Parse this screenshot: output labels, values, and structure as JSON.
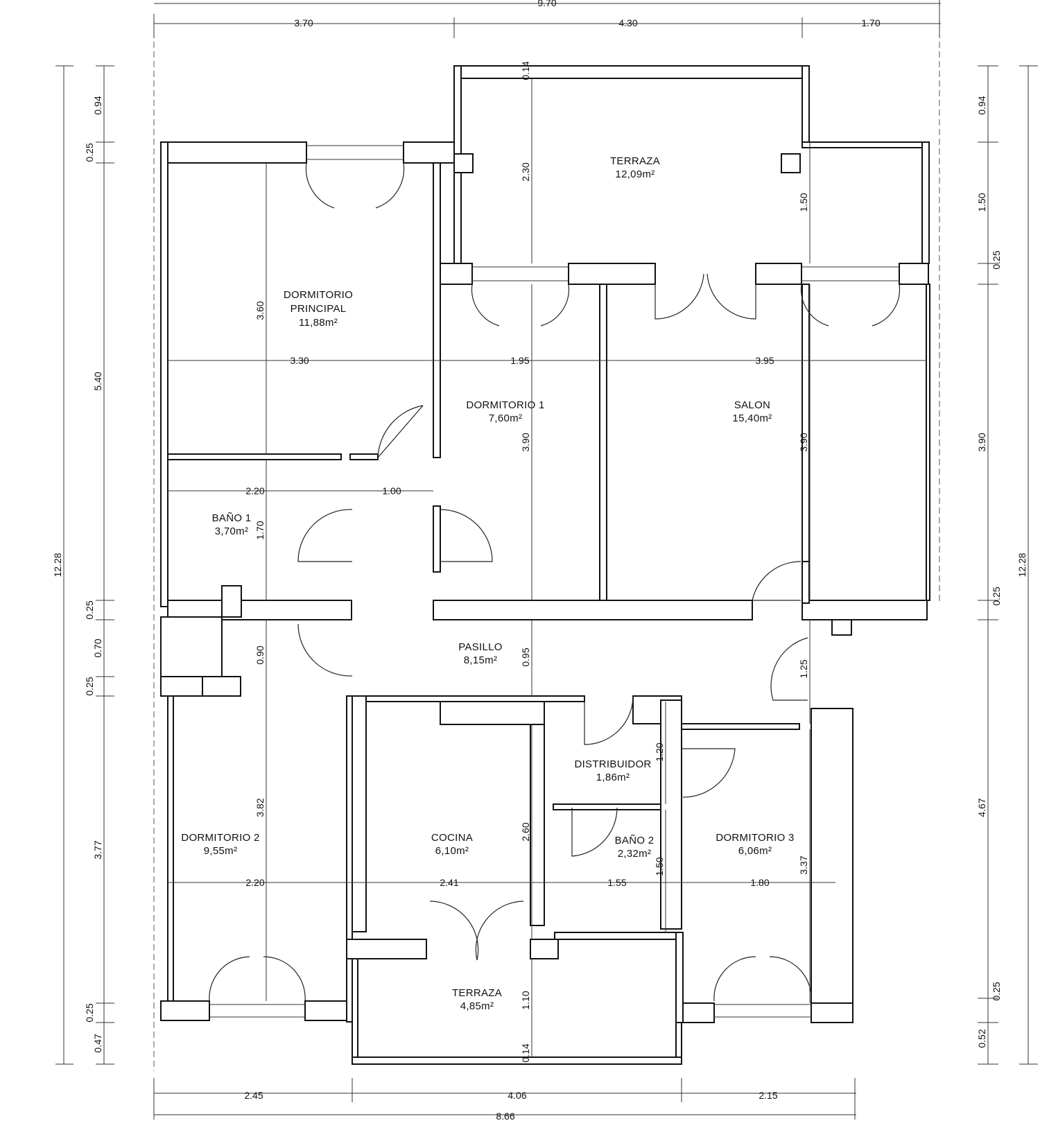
{
  "rooms": {
    "terraza_top": {
      "name": "TERRAZA",
      "area": "12,09m²"
    },
    "dorm_principal": {
      "name1": "DORMITORIO",
      "name2": "PRINCIPAL",
      "area": "11,88m²"
    },
    "dorm1": {
      "name": "DORMITORIO 1",
      "area": "7,60m²"
    },
    "salon": {
      "name": "SALON",
      "area": "15,40m²"
    },
    "bano1": {
      "name": "BAÑO 1",
      "area": "3,70m²"
    },
    "pasillo": {
      "name": "PASILLO",
      "area": "8,15m²"
    },
    "distribuidor": {
      "name": "DISTRIBUIDOR",
      "area": "1,86m²"
    },
    "dorm2": {
      "name": "DORMITORIO 2",
      "area": "9,55m²"
    },
    "cocina": {
      "name": "COCINA",
      "area": "6,10m²"
    },
    "bano2": {
      "name": "BAÑO 2",
      "area": "2,32m²"
    },
    "dorm3": {
      "name": "DORMITORIO 3",
      "area": "6,06m²"
    },
    "terraza_bottom": {
      "name": "TERRAZA",
      "area": "4,85m²"
    }
  },
  "dims": {
    "top_total": "9.70",
    "top_a": "3.70",
    "top_b": "4.30",
    "top_c": "1.70",
    "bottom_a": "2.45",
    "bottom_b": "4.06",
    "bottom_c": "2.15",
    "bottom_total": "8.66",
    "left_total": "12.28",
    "left_0_94": "0.94",
    "left_0_25a": "0.25",
    "left_5_40": "5.40",
    "left_0_25b": "0.25",
    "left_0_70": "0.70",
    "left_0_25c": "0.25",
    "left_3_77": "3.77",
    "left_0_25d": "0.25",
    "left_0_47": "0.47",
    "right_total": "12.28",
    "right_0_94": "0.94",
    "right_1_50": "1.50",
    "right_0_25a": "0.25",
    "right_3_90": "3.90",
    "right_0_25b": "0.25",
    "right_4_67": "4.67",
    "right_0_25c": "0.25",
    "right_0_52": "0.52",
    "int_terraza_h": "2.30",
    "int_terraza_top": "0.14",
    "int_terraza_r": "1.50",
    "int_dp_h": "3.60",
    "int_dp_w": "3.30",
    "int_d1_w": "1.95",
    "int_salon_w": "3.95",
    "int_d1_h": "3.90",
    "int_salon_h": "3.90",
    "int_bano1_w": "2.20",
    "int_pas_w": "1.00",
    "int_bano1_h": "1.70",
    "int_0_90": "0.90",
    "int_pas_h": "0.95",
    "int_1_25": "1.25",
    "int_dist_h": "1.20",
    "int_d2_h": "3.82",
    "int_cocina_h": "2.60",
    "int_d2_w": "2.20",
    "int_cocina_w": "2.41",
    "int_b2_w": "1.55",
    "int_b2_h": "1.50",
    "int_d3_w": "1.80",
    "int_d3_h": "3.37",
    "int_terr_b_h": "1.10",
    "int_terr_b_bot": "0.14"
  }
}
